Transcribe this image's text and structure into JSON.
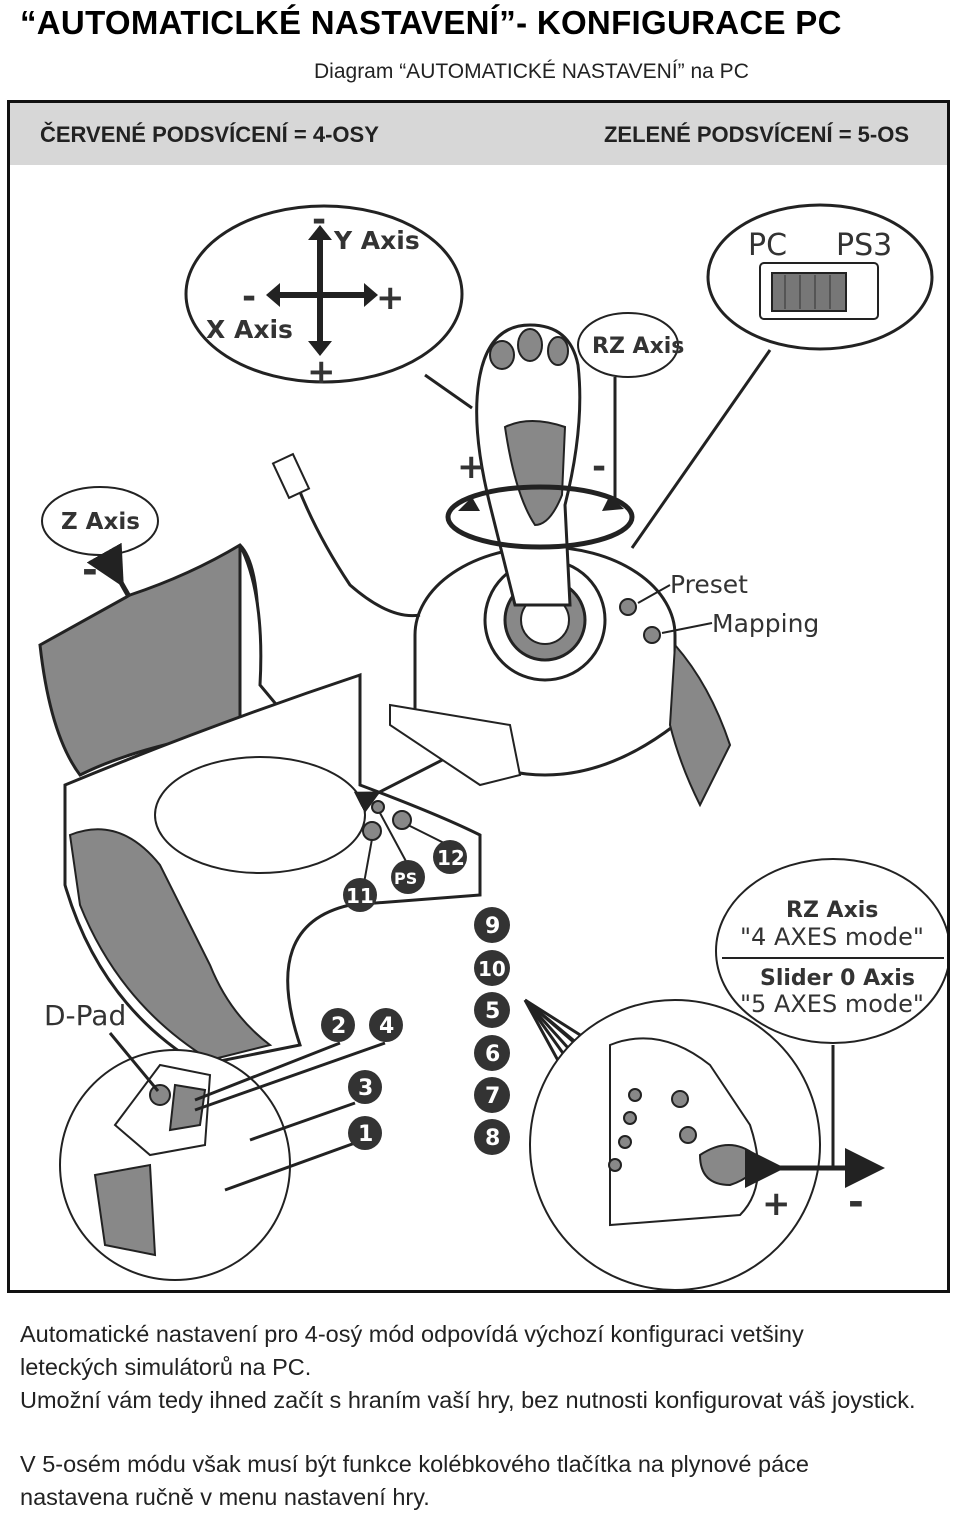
{
  "page": {
    "title": "“AUTOMATICLKÉ NASTAVENÍ”- KONFIGURACE PC",
    "subtitle": "Diagram “AUTOMATICKÉ NASTAVENÍ” na PC"
  },
  "legend_bar": {
    "left": "ČERVENÉ PODSVÍCENÍ = 4-OSY",
    "right": "ZELENÉ PODSVÍCENÍ = 5-OS"
  },
  "diagram": {
    "y_axis": "Y Axis",
    "x_axis": "X Axis",
    "minus": "-",
    "plus": "+",
    "rz_axis": "RZ Axis",
    "switch_pc": "PC",
    "switch_ps3": "PS3",
    "z_axis": "Z Axis",
    "preset": "Preset",
    "mapping": "Mapping",
    "dpad": "D-Pad",
    "btn_11": "11",
    "btn_ps": "PS",
    "btn_12": "12",
    "btn_2": "2",
    "btn_4": "4",
    "btn_3": "3",
    "btn_1": "1",
    "col_buttons": [
      "9",
      "10",
      "5",
      "6",
      "7",
      "8"
    ],
    "mode_box": {
      "line1": "RZ Axis",
      "line2": "\"4 AXES mode\"",
      "line3": "Slider 0 Axis",
      "line4": "\"5 AXES mode\""
    }
  },
  "text": {
    "p1": "Automatické nastavení pro 4-osý mód odpovídá výchozí konfiguraci vetšiny",
    "p2": "leteckých simulátorů na PC.",
    "p3": "Umožní vám tedy ihned začít s hraním vaší hry, bez nutnosti konfigurovat váš joystick.",
    "p4": "V 5-osém módu však musí být funkce kolébkového tlačítka na plynové páce",
    "p5": "nastavena ručně v menu nastavení hry."
  }
}
